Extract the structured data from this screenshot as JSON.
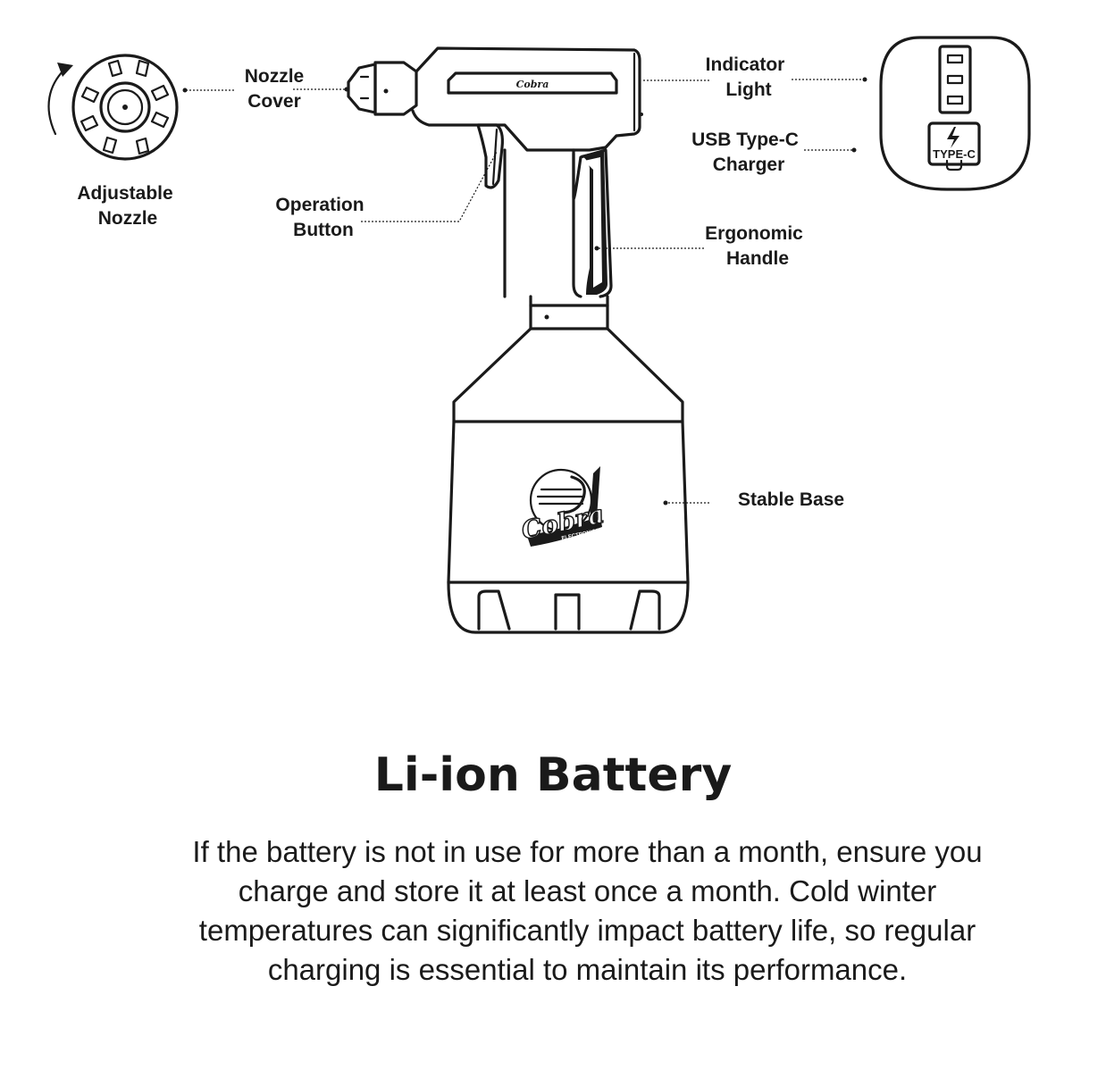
{
  "labels": {
    "nozzle_cover_1": "Nozzle",
    "nozzle_cover_2": "Cover",
    "adjustable_1": "Adjustable",
    "adjustable_2": "Nozzle",
    "operation_1": "Operation",
    "operation_2": "Button",
    "indicator_1": "Indicator",
    "indicator_2": "Light",
    "usb_1": "USB Type-C",
    "usb_2": "Charger",
    "ergonomic_1": "Ergonomic",
    "ergonomic_2": "Handle",
    "stable_base": "Stable Base",
    "port_text": "TYPE-C",
    "gun_logo": "Cobra"
  },
  "logo": {
    "name": "Cobra",
    "tagline": "ELECTRONICS"
  },
  "section": {
    "title": "Li-ion Battery",
    "body": "If the battery is not in use for more than a month, ensure you charge and store it at least once a month. Cold winter temperatures can significantly impact battery life, so regular charging is essential to maintain its performance."
  }
}
